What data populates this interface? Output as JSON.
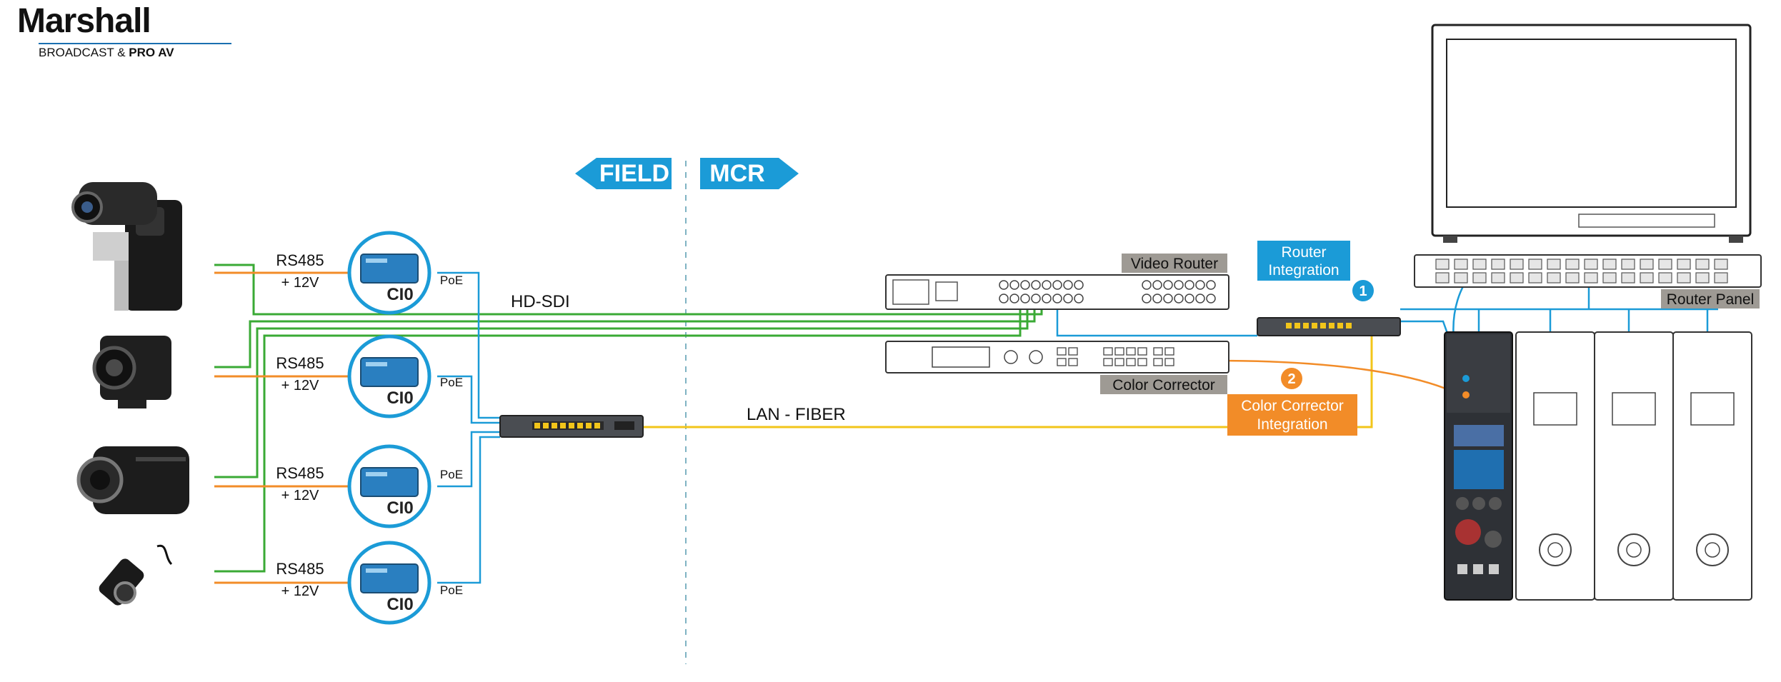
{
  "logo": {
    "brand": "Marshall",
    "sub_plain": "BROADCAST & ",
    "sub_bold": "PRO AV"
  },
  "zones": {
    "field": "FIELD",
    "mcr": "MCR"
  },
  "colors": {
    "blue": "#1b9bd7",
    "green": "#3aaa35",
    "orange": "#f28c28",
    "yellow": "#f2c51a",
    "grey_label": "#9e9a94"
  },
  "cameras": [
    {
      "signal": "RS485",
      "power": "+ 12V",
      "converter": "CI0",
      "link": "PoE"
    },
    {
      "signal": "RS485",
      "power": "+ 12V",
      "converter": "CI0",
      "link": "PoE"
    },
    {
      "signal": "RS485",
      "power": "+ 12V",
      "converter": "CI0",
      "link": "PoE"
    },
    {
      "signal": "RS485",
      "power": "+ 12V",
      "converter": "CI0",
      "link": "PoE"
    }
  ],
  "links": {
    "hd_sdi": "HD-SDI",
    "lan_fiber": "LAN - FIBER"
  },
  "devices": {
    "video_router": "Video Router",
    "color_corrector": "Color Corrector",
    "router_panel": "Router Panel"
  },
  "callouts": {
    "router_integration": {
      "number": "1",
      "line1": "Router",
      "line2": "Integration"
    },
    "cc_integration": {
      "number": "2",
      "line1": "Color Corrector",
      "line2": "Integration"
    }
  }
}
